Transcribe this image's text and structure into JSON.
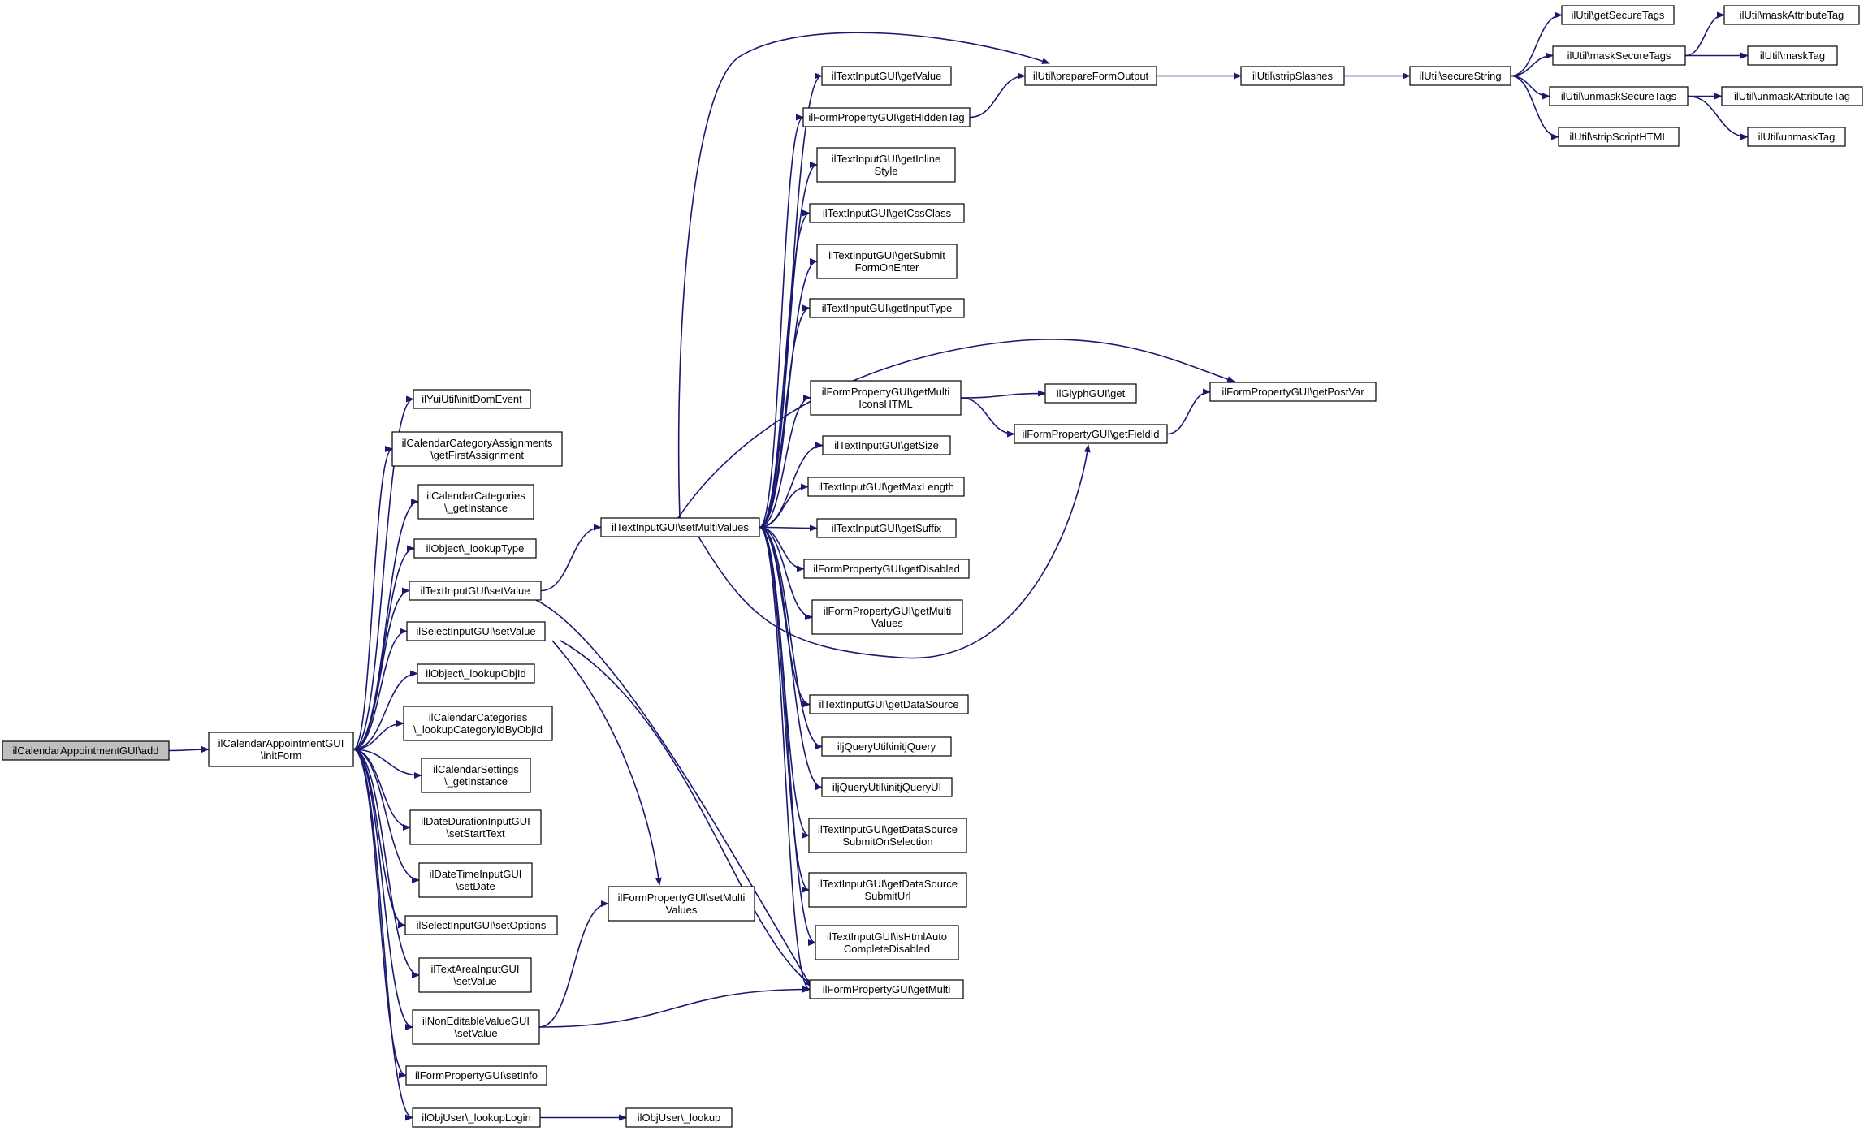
{
  "colors": {
    "edge": "#191970",
    "node_border": "#000000",
    "node_fill": "#ffffff",
    "root_fill": "#bfbfbf",
    "text": "#000000"
  },
  "nodes": [
    {
      "id": "root",
      "lines": [
        "ilCalendarAppointmentGUI\\add"
      ],
      "root": true
    },
    {
      "id": "initForm",
      "lines": [
        "ilCalendarAppointmentGUI",
        "\\initForm"
      ]
    },
    {
      "id": "yui",
      "lines": [
        "ilYuiUtil\\initDomEvent"
      ]
    },
    {
      "id": "catAssign",
      "lines": [
        "ilCalendarCategoryAssignments",
        "\\getFirstAssignment"
      ]
    },
    {
      "id": "catInst",
      "lines": [
        "ilCalendarCategories",
        "\\_getInstance"
      ]
    },
    {
      "id": "lookupType",
      "lines": [
        "ilObject\\_lookupType"
      ]
    },
    {
      "id": "tiSetValue",
      "lines": [
        "ilTextInputGUI\\setValue"
      ]
    },
    {
      "id": "siSetValue",
      "lines": [
        "ilSelectInputGUI\\setValue"
      ]
    },
    {
      "id": "lookupObjId",
      "lines": [
        "ilObject\\_lookupObjId"
      ]
    },
    {
      "id": "catLookup",
      "lines": [
        "ilCalendarCategories",
        "\\_lookupCategoryIdByObjId"
      ]
    },
    {
      "id": "calSettings",
      "lines": [
        "ilCalendarSettings",
        "\\_getInstance"
      ]
    },
    {
      "id": "dateDur",
      "lines": [
        "ilDateDurationInputGUI",
        "\\setStartText"
      ]
    },
    {
      "id": "dateTime",
      "lines": [
        "ilDateTimeInputGUI",
        "\\setDate"
      ]
    },
    {
      "id": "siSetOptions",
      "lines": [
        "ilSelectInputGUI\\setOptions"
      ]
    },
    {
      "id": "textArea",
      "lines": [
        "ilTextAreaInputGUI",
        "\\setValue"
      ]
    },
    {
      "id": "nonEdit",
      "lines": [
        "ilNonEditableValueGUI",
        "\\setValue"
      ]
    },
    {
      "id": "setInfo",
      "lines": [
        "ilFormPropertyGUI\\setInfo"
      ]
    },
    {
      "id": "lookupLogin",
      "lines": [
        "ilObjUser\\_lookupLogin"
      ]
    },
    {
      "id": "objLookup",
      "lines": [
        "ilObjUser\\_lookup"
      ]
    },
    {
      "id": "tiSetMulti",
      "lines": [
        "ilTextInputGUI\\setMultiValues"
      ]
    },
    {
      "id": "fpSetMulti",
      "lines": [
        "ilFormPropertyGUI\\setMulti",
        "Values"
      ]
    },
    {
      "id": "tiGetValue",
      "lines": [
        "ilTextInputGUI\\getValue"
      ]
    },
    {
      "id": "fpHidden",
      "lines": [
        "ilFormPropertyGUI\\getHiddenTag"
      ]
    },
    {
      "id": "tiInline",
      "lines": [
        "ilTextInputGUI\\getInline",
        "Style"
      ]
    },
    {
      "id": "tiCss",
      "lines": [
        "ilTextInputGUI\\getCssClass"
      ]
    },
    {
      "id": "tiSubmit",
      "lines": [
        "ilTextInputGUI\\getSubmit",
        "FormOnEnter"
      ]
    },
    {
      "id": "tiInputType",
      "lines": [
        "ilTextInputGUI\\getInputType"
      ]
    },
    {
      "id": "fpMultiIcons",
      "lines": [
        "ilFormPropertyGUI\\getMulti",
        "IconsHTML"
      ]
    },
    {
      "id": "tiSize",
      "lines": [
        "ilTextInputGUI\\getSize"
      ]
    },
    {
      "id": "tiMaxLen",
      "lines": [
        "ilTextInputGUI\\getMaxLength"
      ]
    },
    {
      "id": "tiSuffix",
      "lines": [
        "ilTextInputGUI\\getSuffix"
      ]
    },
    {
      "id": "fpDisabled",
      "lines": [
        "ilFormPropertyGUI\\getDisabled"
      ]
    },
    {
      "id": "fpGetMultiValues",
      "lines": [
        "ilFormPropertyGUI\\getMulti",
        "Values"
      ]
    },
    {
      "id": "tiDataSource",
      "lines": [
        "ilTextInputGUI\\getDataSource"
      ]
    },
    {
      "id": "jq",
      "lines": [
        "iljQueryUtil\\initjQuery"
      ]
    },
    {
      "id": "jqui",
      "lines": [
        "iljQueryUtil\\initjQueryUI"
      ]
    },
    {
      "id": "tiDSSel",
      "lines": [
        "ilTextInputGUI\\getDataSource",
        "SubmitOnSelection"
      ]
    },
    {
      "id": "tiDSUrl",
      "lines": [
        "ilTextInputGUI\\getDataSource",
        "SubmitUrl"
      ]
    },
    {
      "id": "tiHtmlAuto",
      "lines": [
        "ilTextInputGUI\\isHtmlAuto",
        "CompleteDisabled"
      ]
    },
    {
      "id": "fpGetMulti",
      "lines": [
        "ilFormPropertyGUI\\getMulti"
      ]
    },
    {
      "id": "prepForm",
      "lines": [
        "ilUtil\\prepareFormOutput"
      ]
    },
    {
      "id": "glyph",
      "lines": [
        "ilGlyphGUI\\get"
      ]
    },
    {
      "id": "fieldId",
      "lines": [
        "ilFormPropertyGUI\\getFieldId"
      ]
    },
    {
      "id": "postVar",
      "lines": [
        "ilFormPropertyGUI\\getPostVar"
      ]
    },
    {
      "id": "strip",
      "lines": [
        "ilUtil\\stripSlashes"
      ]
    },
    {
      "id": "secure",
      "lines": [
        "ilUtil\\secureString"
      ]
    },
    {
      "id": "getSecure",
      "lines": [
        "ilUtil\\getSecureTags"
      ]
    },
    {
      "id": "maskSecure",
      "lines": [
        "ilUtil\\maskSecureTags"
      ]
    },
    {
      "id": "unmaskSecure",
      "lines": [
        "ilUtil\\unmaskSecureTags"
      ]
    },
    {
      "id": "stripScript",
      "lines": [
        "ilUtil\\stripScriptHTML"
      ]
    },
    {
      "id": "maskAttr",
      "lines": [
        "ilUtil\\maskAttributeTag"
      ]
    },
    {
      "id": "maskTag",
      "lines": [
        "ilUtil\\maskTag"
      ]
    },
    {
      "id": "unmaskAttr",
      "lines": [
        "ilUtil\\unmaskAttributeTag"
      ]
    },
    {
      "id": "unmaskTag",
      "lines": [
        "ilUtil\\unmaskTag"
      ]
    }
  ],
  "edges": [
    [
      "root",
      "initForm"
    ],
    [
      "initForm",
      "yui"
    ],
    [
      "initForm",
      "catAssign"
    ],
    [
      "initForm",
      "catInst"
    ],
    [
      "initForm",
      "lookupType"
    ],
    [
      "initForm",
      "tiSetValue"
    ],
    [
      "initForm",
      "siSetValue"
    ],
    [
      "initForm",
      "lookupObjId"
    ],
    [
      "initForm",
      "catLookup"
    ],
    [
      "initForm",
      "calSettings"
    ],
    [
      "initForm",
      "dateDur"
    ],
    [
      "initForm",
      "dateTime"
    ],
    [
      "initForm",
      "siSetOptions"
    ],
    [
      "initForm",
      "textArea"
    ],
    [
      "initForm",
      "nonEdit"
    ],
    [
      "initForm",
      "setInfo"
    ],
    [
      "initForm",
      "lookupLogin"
    ],
    [
      "lookupLogin",
      "objLookup"
    ],
    [
      "tiSetValue",
      "tiSetMulti"
    ],
    [
      "tiSetValue",
      "fpGetMulti"
    ],
    [
      "siSetValue",
      "fpSetMulti"
    ],
    [
      "siSetValue",
      "fpGetMulti"
    ],
    [
      "nonEdit",
      "fpSetMulti"
    ],
    [
      "nonEdit",
      "fpGetMulti"
    ],
    [
      "tiSetMulti",
      "prepForm"
    ],
    [
      "tiSetMulti",
      "tiGetValue"
    ],
    [
      "tiSetMulti",
      "fpHidden"
    ],
    [
      "tiSetMulti",
      "tiInline"
    ],
    [
      "tiSetMulti",
      "tiCss"
    ],
    [
      "tiSetMulti",
      "tiSubmit"
    ],
    [
      "tiSetMulti",
      "tiInputType"
    ],
    [
      "tiSetMulti",
      "postVar"
    ],
    [
      "tiSetMulti",
      "fpMultiIcons"
    ],
    [
      "tiSetMulti",
      "tiSize"
    ],
    [
      "tiSetMulti",
      "tiMaxLen"
    ],
    [
      "tiSetMulti",
      "tiSuffix"
    ],
    [
      "tiSetMulti",
      "fpDisabled"
    ],
    [
      "tiSetMulti",
      "fpGetMultiValues"
    ],
    [
      "tiSetMulti",
      "fieldId"
    ],
    [
      "tiSetMulti",
      "tiDataSource"
    ],
    [
      "tiSetMulti",
      "jq"
    ],
    [
      "tiSetMulti",
      "jqui"
    ],
    [
      "tiSetMulti",
      "tiDSSel"
    ],
    [
      "tiSetMulti",
      "tiDSUrl"
    ],
    [
      "tiSetMulti",
      "tiHtmlAuto"
    ],
    [
      "tiSetMulti",
      "fpGetMulti"
    ],
    [
      "fpHidden",
      "prepForm"
    ],
    [
      "fpMultiIcons",
      "glyph"
    ],
    [
      "fpMultiIcons",
      "fieldId"
    ],
    [
      "fieldId",
      "postVar"
    ],
    [
      "prepForm",
      "strip"
    ],
    [
      "strip",
      "secure"
    ],
    [
      "secure",
      "getSecure"
    ],
    [
      "secure",
      "maskSecure"
    ],
    [
      "secure",
      "unmaskSecure"
    ],
    [
      "secure",
      "stripScript"
    ],
    [
      "maskSecure",
      "maskAttr"
    ],
    [
      "maskSecure",
      "maskTag"
    ],
    [
      "unmaskSecure",
      "unmaskAttr"
    ],
    [
      "unmaskSecure",
      "unmaskTag"
    ]
  ]
}
